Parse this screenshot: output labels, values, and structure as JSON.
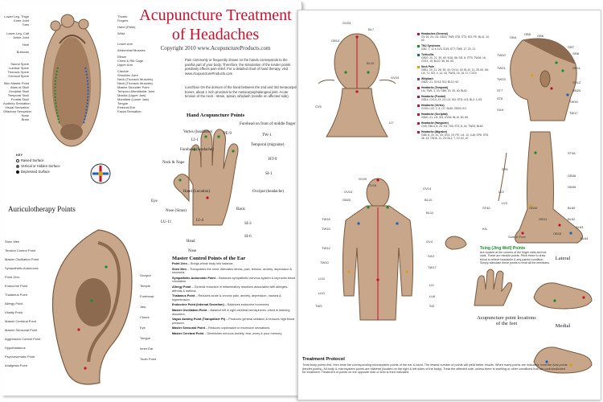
{
  "title": {
    "line1": "Acupuncture Treatment",
    "line2": "of Headaches",
    "copyright": "Copyright 2010 www.AcupunctureProducts.com"
  },
  "intro": "Pain commonly or frequently shown on the hands corresponds to the painful part of your body. Therefore, the stimulation of the tender points positively effects pain relief. For a detailed chart of hand therapy, visit www.AcupunctureProducts.com",
  "intro2": "Lunchbox On the dorsum of the hand between the 2nd and 3rd metacarpal bones, about 1 inch proximal to the metacarpophalangeal joint. Acute tension of the neck - strain, sprain, whiplash (needle on affected side).",
  "foot_reflex": {
    "labels_left": [
      "Lower Leg, Thigh",
      "Knee Joint",
      "Toes",
      "Lower Leg, Calf",
      "Ankle Joint",
      "Heel",
      "Buttocks",
      "Sacral Spine",
      "Lumbar Spine",
      "Thoracic Spine",
      "Cervical Spine",
      "Skin Master Point",
      "Atlas of Skull",
      "Occipital Skull",
      "Temporal Skull",
      "Frontal Skull",
      "Auditory Sensation",
      "Visual Sensation",
      "Olfactory Sensation",
      "Nose",
      "Brain"
    ],
    "labels_right": [
      "Thumb",
      "Fingers",
      "Hand (Palm)",
      "Wrist",
      "Lower Arm",
      "Abdominal Muscles",
      "Elbow",
      "Chest & Rib Cage",
      "Upper Arm",
      "Clavicle",
      "Shoulder Joint",
      "Neck (Thoracic Muscles)",
      "Neck (Thoracic Muscles)",
      "Master Shoulder Point",
      "Temporo-Mandibular Joint",
      "Maxilla (Upper Jaw)",
      "Mandible (Lower Jaw)",
      "Tongue",
      "External Ear",
      "Facial Sensation"
    ],
    "key_title": "KEY",
    "key": [
      {
        "label": "Raised Surface",
        "color": "#ffffff"
      },
      {
        "label": "Vertical or Hidden Surface",
        "color": "#333333"
      },
      {
        "label": "Depressed Surface",
        "color": "#111111"
      }
    ]
  },
  "hand": {
    "title": "Hand Acupuncture Points",
    "labels": [
      "Vertex (headache)",
      "LI-1",
      "Forehead (headache)",
      "Neck & Nape",
      "PE-9",
      "Forehead on front of middle finger",
      "TW-1",
      "Temporal (migraine)",
      "HT-9",
      "SI-1",
      "Occiput (headache)",
      "Hand (Location)",
      "Eye",
      "Nose (Sinus)",
      "LU-11",
      "LI-4",
      "Basic",
      "SI-3",
      "SI-6",
      "Head",
      "Nose"
    ]
  },
  "auriculo": {
    "title": "Auriculotherapy Points",
    "labels_left": [
      "Shen Men",
      "Tension Control Point",
      "Master Oscillation Point",
      "Sympathetic Autonomic",
      "Point Zero",
      "Endocrine Point",
      "Thalamus Point",
      "Allergy Point",
      "Vitality Point",
      "Master Cerebral Point",
      "Master Sensorial Point",
      "Aggression Control Point",
      "Hypothalamus",
      "Psychosomatic Point",
      "Analgesia Point"
    ],
    "labels_right": [
      "Occiput",
      "Temple",
      "Forehead",
      "Jaw",
      "Cheek",
      "Eye",
      "Tongue",
      "Inner Ear",
      "Tooth Point"
    ]
  },
  "ear_points": {
    "title": "Master Control Points of the Ear",
    "items": [
      {
        "name": "Point Zero",
        "desc": "Brings whole body into balance."
      },
      {
        "name": "Shen Men",
        "desc": "Tranquilizes the mind. Alleviates stress, pain, tension, anxiety, depression & insomnia."
      },
      {
        "name": "Sympathetic Autonomic Point",
        "desc": "Balances sympathetic nervous system & improves blood circulation."
      },
      {
        "name": "Allergy Point",
        "desc": "General reduction in inflammatory reactions associated with allergies, arthritis & asthma."
      },
      {
        "name": "Thalamus Point",
        "desc": "Reduces acute & chronic pain, anxiety, depression, nausea & hypertension."
      },
      {
        "name": "Endocrine Point (Internal Secretion)",
        "desc": "Balances endocrine hormones."
      },
      {
        "name": "Master Oscillation Point",
        "desc": "Balance left & right cerebral hemispheres. Used in learning disorders."
      },
      {
        "name": "Vagus Awning Point (Tranquilizer Pt)",
        "desc": "Produces general sedation & reduces high blood pressure."
      },
      {
        "name": "Master Sensorial Point",
        "desc": "Reduces unpleasant or excessive sensations."
      },
      {
        "name": "Master Cerebral Point",
        "desc": "Diminishes nervous anxiety, fear, worry & poor memory."
      }
    ]
  },
  "headache_types": [
    {
      "name": "Headaches (General)",
      "points": "GV 16, 20; LI4; GB20; TW5; ST8, ST3, SI3; PE, BL41, 10, 60",
      "color": "#c8102e"
    },
    {
      "name": "TMJ Syndrome",
      "points": "GB2, 7, 12 & LV3; SI19; ST7; TW5, 17, 20, 21",
      "color": "#1d8a2e"
    },
    {
      "name": "Torticollis",
      "points": "GB20, 20, 21, 39, 40; SI18, 56; SI3, 8; ITF3; TW16, 16; GV14, 15; BL10, 36, 64, 65",
      "color": "#1f5fbf"
    },
    {
      "name": "Neck Pain",
      "points": "GB11, 20, 21, 26, 39, 40; GV14, 16; BL10, 11, 28, 60, 68; LI4, 71; SI3, 4, 14, 15; TW15, 16, 15, 17; CV24",
      "color": "#d4a017"
    },
    {
      "name": "Whiplash",
      "points": "GB20, 21; GV14; SI3; BL10, 64",
      "color": "#7a3fa0"
    },
    {
      "name": "Headache (Temporal)",
      "points": "LI4; TW5, 3, 23; GB8, 20, 39, 40; BL62",
      "color": "#c8102e"
    },
    {
      "name": "Headache (Frontal)",
      "points": "GB14; GV14, 23, 24; LI4, SI3; ST8; LV3; BL2, 4, 63",
      "color": "#c8102e"
    },
    {
      "name": "Headache (Vertex)",
      "points": "GV20; LV3, 2, 5; LI7; BL60; GB20; KI1",
      "color": "#c8102e"
    },
    {
      "name": "Headache (Occipital)",
      "points": "GB20, 41; LI4, SI3; GV15; BL10, 60, 65",
      "color": "#c8102e"
    },
    {
      "name": "Headache (Hangover)",
      "points": "CV5; GB14, 8, 20; KI1; SI3; ST2, 8, 44; TW23; BL60",
      "color": "#c8102e"
    },
    {
      "name": "Headache (Migraine)",
      "points": "GB5, 6, 20, 41, 43; GV4, 19; PE; LI4, 10, LU6; SP6; ST8, 36, 44; TW16, 21, 23; BL2, 7, 10, 62, 67",
      "color": "#c8102e"
    }
  ],
  "head_side_labels": [
    "GB4",
    "GB5",
    "GB6",
    "GB7",
    "GB8",
    "GB9",
    "GB10",
    "GB11",
    "GB12",
    "GB20",
    "TW16",
    "TW17",
    "TW20",
    "TW21",
    "TW23",
    "ST7",
    "ST8",
    "SI19",
    "BL2",
    "GB1",
    "GB3",
    "TW22",
    "SI17",
    "SI18"
  ],
  "head_back_labels": [
    "GV23",
    "BL7",
    "GB14",
    "BL10",
    "GV24",
    "CV5",
    "LI7"
  ],
  "body_labels": [
    "GV20",
    "GV16",
    "GV15",
    "GB20",
    "TW16",
    "TW15",
    "SI14",
    "SI15",
    "TW12",
    "TW10",
    "LI15",
    "LI10",
    "LU3",
    "LI4",
    "TW3",
    "SI3",
    "GV14",
    "BL10",
    "BL11",
    "GV4",
    "GB21",
    "SI12",
    "TW17",
    "SI9",
    "SI8",
    "LI4",
    "LU6",
    "LU7",
    "SI6",
    "SI3",
    "TW5",
    "PE6",
    "LI10"
  ],
  "leg_labels": [
    "ST36",
    "SP6",
    "LV2",
    "LV3",
    "ST44",
    "GB40",
    "GB41",
    "GB43",
    "KI1",
    "BL60",
    "BL62",
    "BL63",
    "BL64",
    "BL65",
    "BL66",
    "BL67",
    "GB36",
    "GB39",
    "Sole of Foot"
  ],
  "tsing": {
    "title": "Tsing (Jing Well) Points",
    "desc": "Are located at the corners of the finger nails and toe nails. These are miracle points. Prick these to draw blood to relieve headache & any painful condition. Simply stimulate these points to treat all the meridians."
  },
  "foot_captions": {
    "lateral": "Lateral",
    "center": "Acupuncture point locations of the feet",
    "medial": "Medial"
  },
  "protocol": {
    "title": "Treatment Protocol",
    "text": "Treat body points first, then treat the corresponding microsystem points of the ear & hand. The fewest number of points will yield better results. When many points are indicated, treat the Ahsi points (tender points). All body & microsystem points are bilateral (located on the right & left sides of the body). Treat the affected side, unless there is swelling or other conditions that are contraindicated for treatment. Treatment of points on the opposite side or limb is then indicated."
  },
  "colors": {
    "title_red": "#c8102e",
    "skin": "#c7a68a",
    "skin_dark": "#8c6a4f",
    "point_green": "#1d8a2e",
    "point_blue": "#1f5fbf",
    "point_yellow": "#d4a017"
  }
}
